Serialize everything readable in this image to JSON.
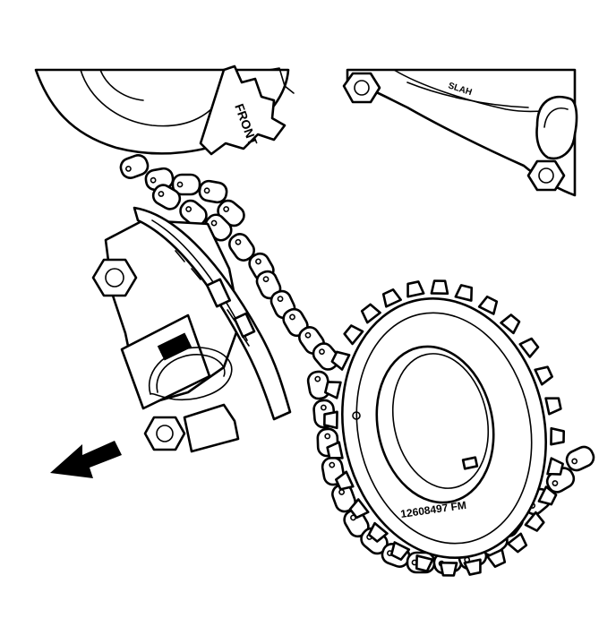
{
  "stamps": {
    "front_mark": "FRONT",
    "cover_mark": "SLAH",
    "sprocket_part_number": "12608497 FM"
  },
  "arrow": {
    "direction": "lower-left"
  }
}
